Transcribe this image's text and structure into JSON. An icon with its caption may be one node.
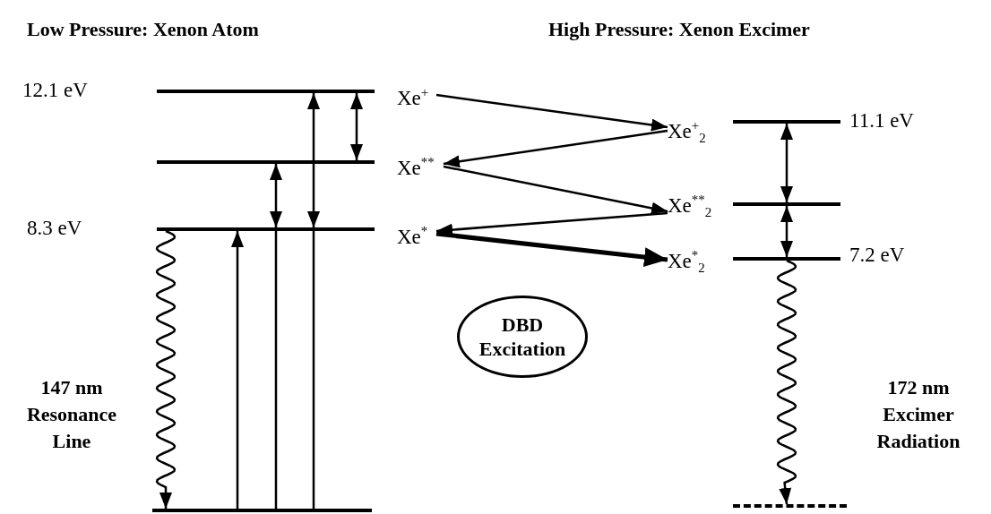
{
  "diagram": {
    "nodes": [
      {
        "text": [],
        "shape": "bar",
        "beside": [
          "12.1 eV"
        ]
      },
      {
        "text": [],
        "shape": "bar"
      },
      {
        "text": [],
        "shape": "bar",
        "beside": [
          "8.3 eV"
        ]
      },
      {
        "text": [],
        "shape": "bar"
      },
      {
        "text": [
          "Xe$^{+}$"
        ]
      },
      {
        "text": [
          "Xe$^{**}$"
        ]
      },
      {
        "text": [
          "Xe$^{*}$"
        ]
      },
      {
        "text": [
          "Xe$^{+}$$_{2}$"
        ]
      },
      {
        "text": [
          "Xe$^{**}$$_{2}$"
        ]
      },
      {
        "text": [
          "Xe$^{*}$$_{2}$"
        ]
      },
      {
        "text": [],
        "shape": "bar",
        "beside": [
          "11.1 eV"
        ]
      },
      {
        "text": [],
        "shape": "bar"
      },
      {
        "text": [],
        "shape": "bar",
        "beside": [
          "7.2 eV"
        ]
      },
      {
        "text": [],
        "shape": "bar"
      },
      {
        "text": [
          "DBD Excitation"
        ]
      }
    ],
    "edges": [
      {
        "from": 2,
        "to": 3,
        "arrow": "to"
      },
      {
        "from": 3,
        "to": 2,
        "arrow": "to"
      },
      {
        "from": 3,
        "to": 2,
        "arrow": "none"
      },
      {
        "from": 1,
        "to": 2,
        "arrow": "both"
      },
      {
        "from": 3,
        "to": 2,
        "arrow": "none"
      },
      {
        "from": 0,
        "to": 2,
        "arrow": "both"
      },
      {
        "from": 0,
        "to": 1,
        "arrow": "both"
      },
      {
        "from": 4,
        "to": 7,
        "arrow": "to"
      },
      {
        "from": 7,
        "to": 5,
        "arrow": "to"
      },
      {
        "from": 5,
        "to": 8,
        "arrow": "to"
      },
      {
        "from": 8,
        "to": 6,
        "arrow": "to"
      },
      {
        "from": 6,
        "to": 9,
        "arrow": "to",
        "style": "thick"
      },
      {
        "from": 10,
        "to": 11,
        "arrow": "both"
      },
      {
        "from": 11,
        "to": 12,
        "arrow": "both"
      },
      {
        "from": 12,
        "to": 13,
        "arrow": "to"
      }
    ],
    "labels": [
      "Low Pressure: Xenon Atom",
      "High Pressure: Xenon Excimer",
      "147 nm Resonance Line",
      "172 nm Excimer Radiation"
    ]
  }
}
